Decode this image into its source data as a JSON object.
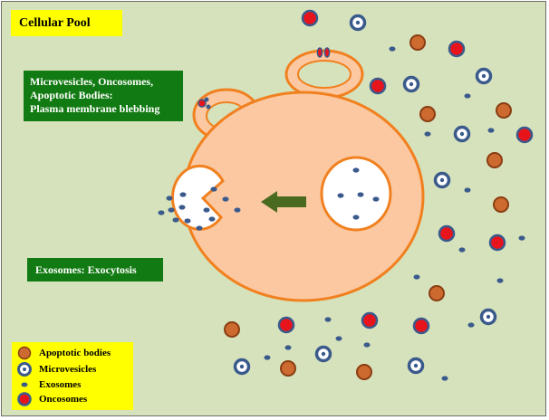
{
  "title": "Cellular Pool",
  "labels": {
    "microvesicles_box": [
      "Microvesicles, Oncosomes,",
      "Apoptotic Bodies:",
      "Plasma membrane blebbing"
    ],
    "exosomes_box": "Exosomes: Exocytosis"
  },
  "legend": [
    {
      "label": "Apoptotic bodies",
      "icon": "apoptotic-body-icon"
    },
    {
      "label": "Microvesicles",
      "icon": "microvesicle-icon"
    },
    {
      "label": "Exosomes",
      "icon": "exosome-icon"
    },
    {
      "label": "Oncosomes",
      "icon": "oncosome-icon"
    }
  ],
  "colors": {
    "background": "#d6e2bc",
    "cell_fill": "#fbc8a2",
    "cell_stroke": "#f1801f",
    "label_yellow": "#ffff00",
    "label_green": "#127a12",
    "arrow": "#4a6a1f",
    "apoptotic_fill": "#cc6a2f",
    "apoptotic_stroke": "#8a3d12",
    "vesicle_blue": "#3a5a8c",
    "oncosome_red": "#e8141c"
  }
}
